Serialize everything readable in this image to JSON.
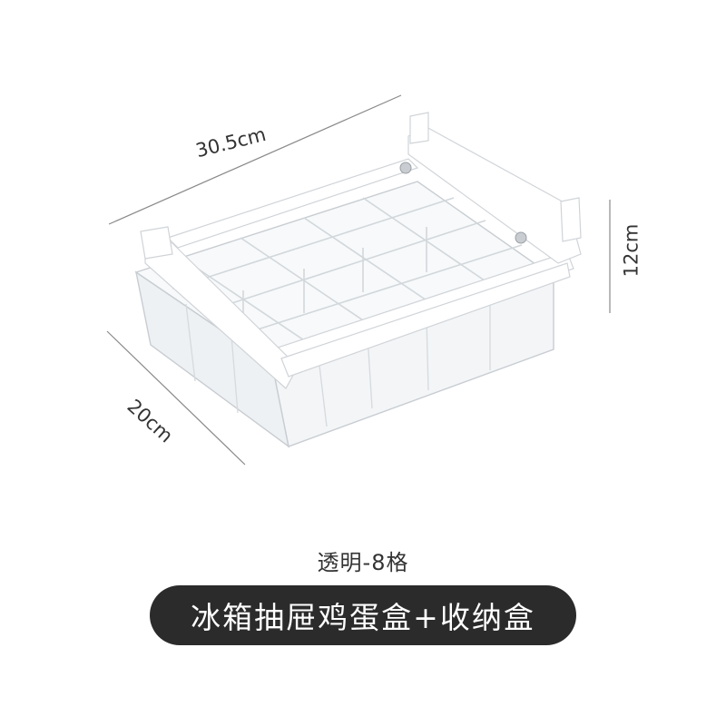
{
  "dimensions": {
    "width": "30.5cm",
    "depth": "20cm",
    "height": "12cm"
  },
  "variant_label": "透明-8格",
  "title": "冰箱抽屉鸡蛋盒+收纳盒",
  "colors": {
    "pill_background": "#2b2b2b",
    "pill_text": "#ffffff",
    "label_text": "#333333",
    "dimension_line": "#888888"
  }
}
